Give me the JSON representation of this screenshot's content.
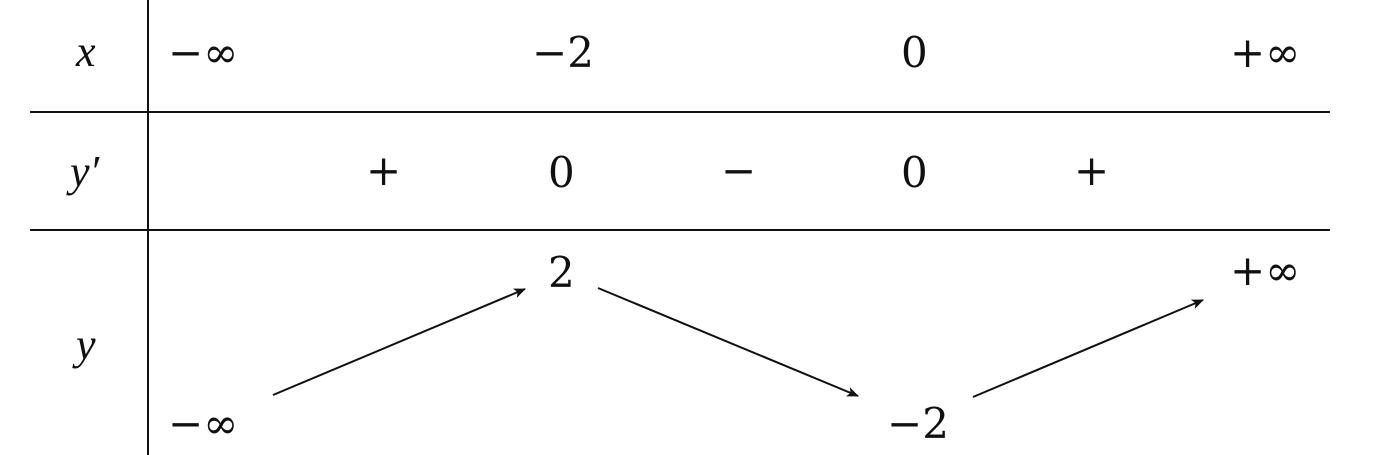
{
  "header": {
    "x_label": "x",
    "yprime_label": "y′",
    "y_label": "y"
  },
  "x_row": {
    "values": [
      "−∞",
      "−2",
      "0",
      "+∞"
    ]
  },
  "yprime_row": {
    "signs": [
      "+",
      "0",
      "−",
      "0",
      "+"
    ]
  },
  "y_row": {
    "start": "−∞",
    "max": "2",
    "min": "−2",
    "end": "+∞"
  },
  "arrows": [
    {
      "from": "−∞",
      "to": "2",
      "direction": "up"
    },
    {
      "from": "2",
      "to": "−2",
      "direction": "down"
    },
    {
      "from": "−2",
      "to": "+∞",
      "direction": "up"
    }
  ]
}
